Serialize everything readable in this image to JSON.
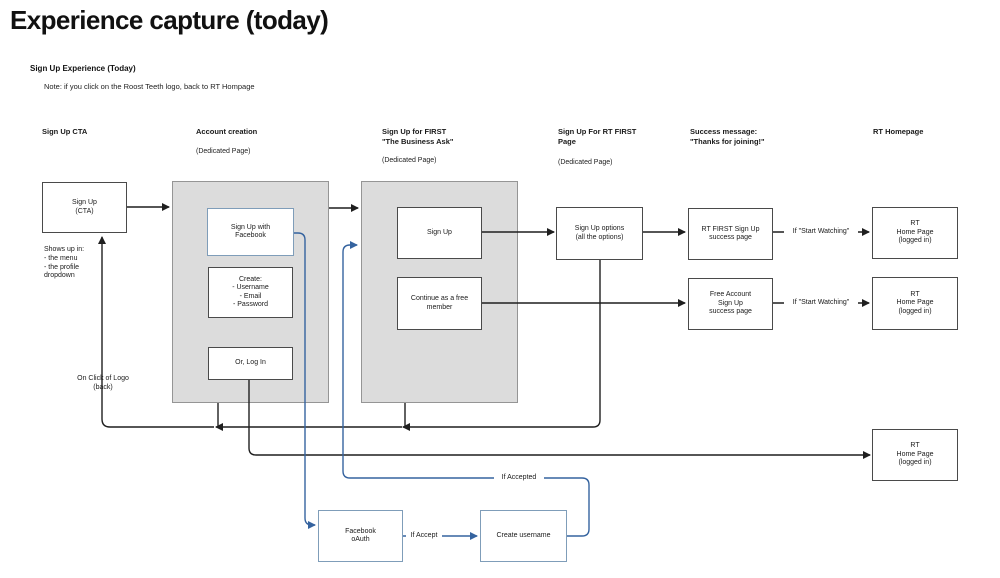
{
  "title": "Experience capture (today)",
  "subtitle": "Sign Up Experience (Today)",
  "note": "Note: if you click on the Roost Teeth logo, back to RT Hompage",
  "columns": {
    "cta": {
      "title": "Sign Up CTA"
    },
    "account": {
      "title": "Account creation",
      "subtitle": "(Dedicated Page)"
    },
    "first": {
      "title": "Sign Up for FIRST\n\"The Business Ask\"",
      "subtitle": "(Dedicated Page)"
    },
    "rt_first": {
      "title": "Sign Up For RT FIRST\nPage",
      "subtitle": "(Dedicated Page)"
    },
    "success": {
      "title": "Success message:\n\"Thanks for joining!\""
    },
    "homepage": {
      "title": "RT Homepage"
    }
  },
  "nodes": {
    "signup_cta": "Sign Up\n(CTA)",
    "signup_facebook": "Sign Up with\nFacebook",
    "create_credentials": "Create:\n- Username\n- Email\n- Password",
    "or_login": "Or, Log In",
    "first_signup": "Sign Up",
    "continue_free": "Continue as a free\nmember",
    "signup_options": "Sign Up options\n(all the options)",
    "rt_first_success": "RT FIRST Sign Up\nsuccess page",
    "free_success": "Free Account\nSign Up\nsuccess page",
    "rt_home_top": "RT\nHome Page\n(logged in)",
    "rt_home_mid": "RT\nHome Page\n(logged in)",
    "rt_home_bottom": "RT\nHome Page\n(logged in)",
    "facebook_oauth": "Facebook\noAuth",
    "create_username": "Create username"
  },
  "annotations": {
    "shows_up_in": "Shows up in:\n- the menu\n- the profile\ndropdown",
    "on_click_logo": "On Click of Logo\n(back)"
  },
  "edge_labels": {
    "start_watching_top": "If \"Start Watching\"",
    "start_watching_mid": "If \"Start Watching\"",
    "if_accept": "If Accept",
    "if_accepted": "If Accepted"
  },
  "colors": {
    "background": "#ffffff",
    "container_fill": "#dcdcdc",
    "container_border": "#959595",
    "box_border": "#4a4a4a",
    "blue_box_border": "#7f9db9",
    "black_line": "#1f1f1f",
    "blue_line": "#35639f",
    "text": "#1a1a1a"
  }
}
